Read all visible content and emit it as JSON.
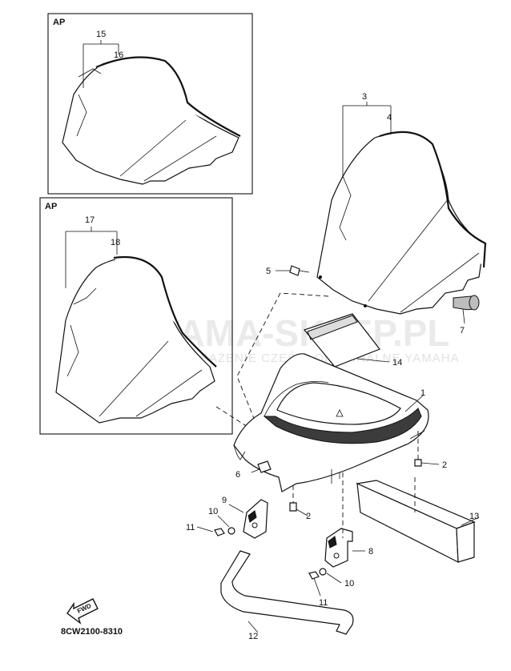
{
  "watermark": {
    "title": "YAMA-SKLEP.PL",
    "subtitle": "WYPOSAŻENIE CZĘŚCI ORYGINALNE YAMAHA"
  },
  "diagram_code": "8CW2100-8310",
  "fwd_label": "FWD",
  "inset_boxes": [
    {
      "label": "AP",
      "callouts": [
        "15",
        "16"
      ]
    },
    {
      "label": "AP",
      "callouts": [
        "17",
        "18"
      ]
    }
  ],
  "callouts": {
    "c1": "1",
    "c2a": "2",
    "c2b": "2",
    "c3": "3",
    "c4": "4",
    "c5": "5",
    "c6": "6",
    "c7": "7",
    "c8": "8",
    "c9": "9",
    "c10a": "10",
    "c10b": "10",
    "c11a": "11",
    "c11b": "11",
    "c12": "12",
    "c13": "13",
    "c14": "14"
  }
}
